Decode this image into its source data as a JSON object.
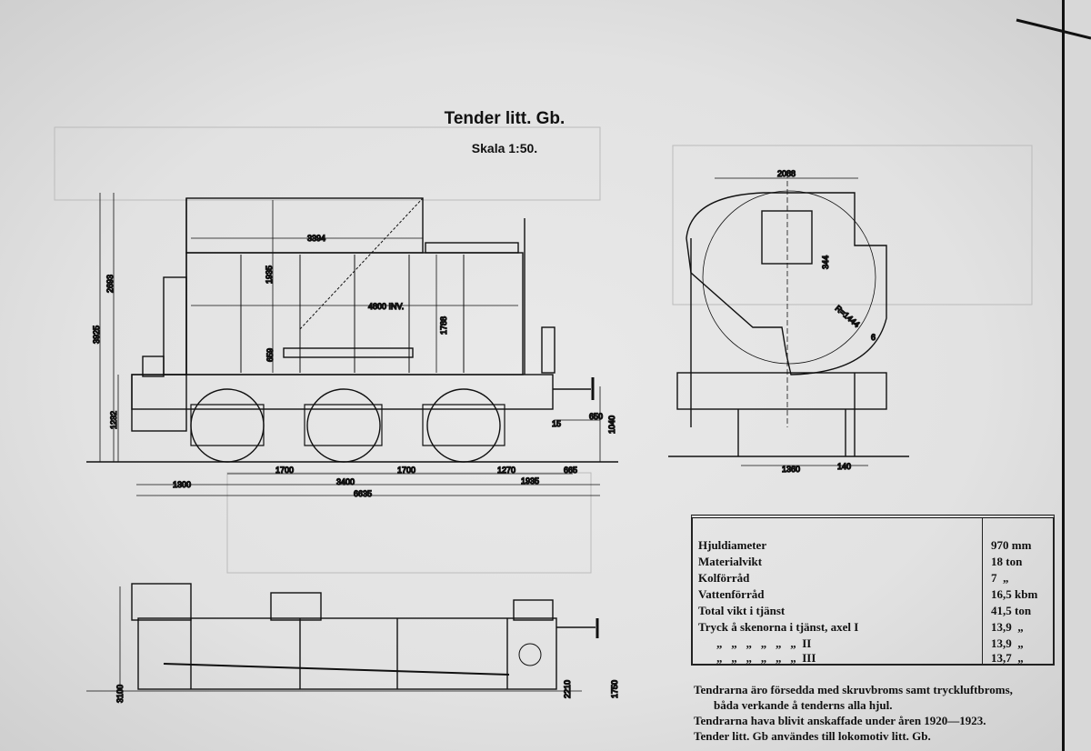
{
  "title": "Tender litt. Gb.",
  "scale": "Skala 1:50.",
  "side_view_dimensions": {
    "d3394": "3394",
    "d1935v": "1935",
    "d4800": "4800 INV.",
    "d1788": "1788",
    "d659": "659",
    "d2693": "2693",
    "d3925": "3925",
    "d1232": "1232",
    "d1040": "1040",
    "d650": "650",
    "d15": "15",
    "d1700a": "1700",
    "d1700b": "1700",
    "d1270": "1270",
    "d665": "665",
    "d1300": "1300",
    "d3400": "3400",
    "d1935": "1935",
    "d6635": "6635"
  },
  "end_view_dimensions": {
    "d2088": "2088",
    "d344": "344",
    "radius": "R=1444",
    "d6": "6",
    "d1360": "1360",
    "d140": "140"
  },
  "plan_view_dimensions": {
    "d3100": "3100",
    "d2210": "2210",
    "d1750": "1750"
  },
  "specs": [
    {
      "label": "Hjuldiameter",
      "value": "970 mm"
    },
    {
      "label": "Materialvikt",
      "value": "18 ton"
    },
    {
      "label": "Kolförråd",
      "value": "7  „"
    },
    {
      "label": "Vattenförråd",
      "value": "16,5 kbm"
    },
    {
      "label": "Total vikt i tjänst",
      "value": "41,5 ton"
    },
    {
      "label": "Tryck å skenorna i tjänst, axel I",
      "value": "13,9  „"
    },
    {
      "label": "„   „   „   „   „   „  II",
      "value": "13,9  „"
    },
    {
      "label": "„   „   „   „   „   „  III",
      "value": "13,7  „"
    }
  ],
  "notes": [
    "Tendrarna äro försedda med skruvbroms samt tryckluftbroms,",
    "båda verkande å tenderns alla hjul.",
    "Tendrarna hava blivit anskaffade under åren 1920—1923.",
    "Tender litt. Gb användes till lokomotiv litt. Gb."
  ]
}
